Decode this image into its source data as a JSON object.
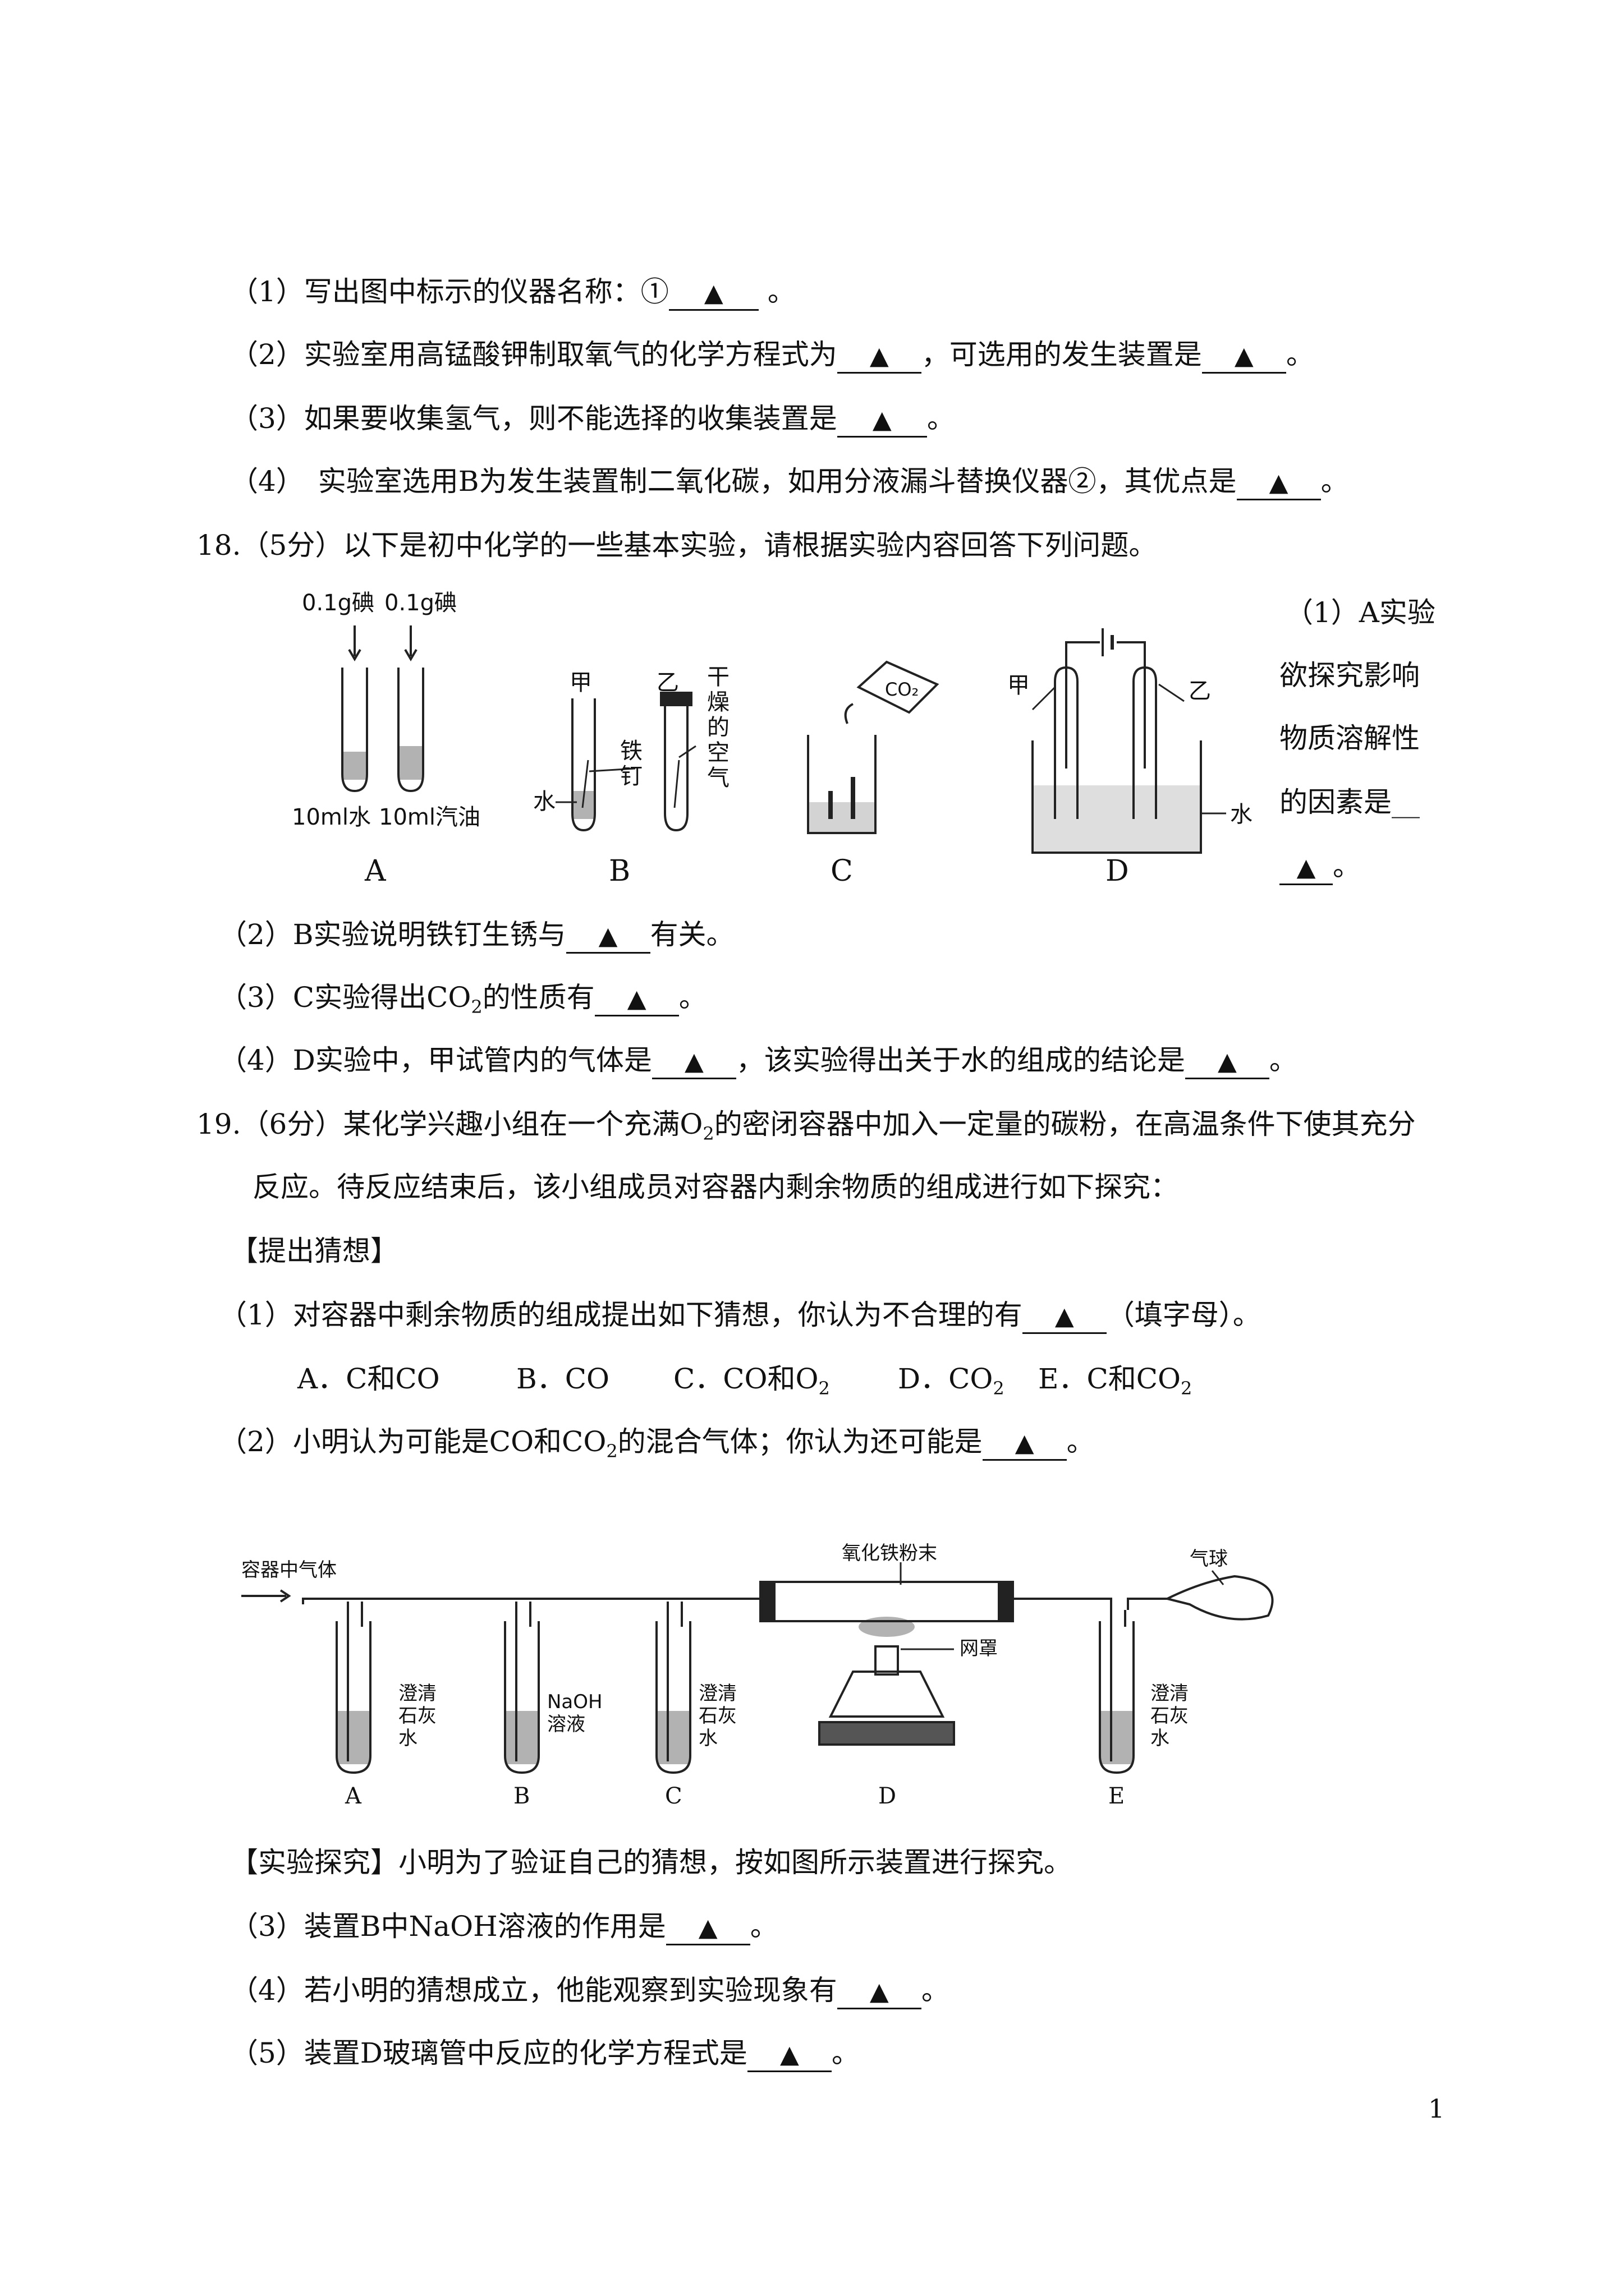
{
  "marker": "▲",
  "q17": {
    "p1_prefix": "（1）写出图中标示的仪器名称：①",
    "p1_suffix": "。",
    "p2_a": "（2）实验室用高锰酸钾制取氧气的化学方程式为",
    "p2_b": "，可选用的发生装置是",
    "p2_c": "。",
    "p3_a": "（3）如果要收集氢气，则不能选择的收集装置是",
    "p3_b": "。",
    "p4_a": "（4）　实验室选用B为发生装置制二氧化碳，如用分液漏斗替换仪器②，其优点是",
    "p4_b": "。"
  },
  "q18": {
    "stem": "18.（5分）以下是初中化学的一些基本实验，请根据实验内容回答下列问题。",
    "side": [
      "（1）A实验",
      "欲探究影响",
      "物质溶解性",
      "的因素是__"
    ],
    "side_end": "。",
    "figure": {
      "A_top1": "0.1g碘",
      "A_top2": "0.1g碘",
      "A_bottom1": "10ml水",
      "A_bottom2": "10ml汽油",
      "B_jia": "甲",
      "B_yi": "乙",
      "B_air": [
        "干",
        "燥",
        "的",
        "空",
        "气"
      ],
      "B_nail": [
        "铁",
        "钉"
      ],
      "B_water": "水",
      "C_co2": "CO₂",
      "D_jia": "甲",
      "D_yi": "乙",
      "D_water": "水",
      "labels": [
        "A",
        "B",
        "C",
        "D"
      ]
    },
    "p2_a": "（2）B实验说明铁钉生锈与",
    "p2_b": "有关。",
    "p3_a": "（3）C实验得出CO",
    "p3_sub": "2",
    "p3_b": "的性质有",
    "p3_c": "。",
    "p4_a": "（4）D实验中，甲试管内的气体是",
    "p4_b": "，该实验得出关于水的组成的结论是",
    "p4_c": "。"
  },
  "q19": {
    "stem_a": "19.（6分）某化学兴趣小组在一个充满O",
    "stem_sub": "2",
    "stem_b": "的密闭容器中加入一定量的碳粉，在高温条件下使其充分",
    "stem2": "反应。待反应结束后，该小组成员对容器内剩余物质的组成进行如下探究：",
    "heading1": "【提出猜想】",
    "p1_a": "（1）对容器中剩余物质的组成提出如下猜想，你认为不合理的有",
    "p1_b": "（填字母）。",
    "options": {
      "A": "A．C和CO",
      "B": "B．CO",
      "C": "C．CO和O",
      "D": "D．CO",
      "E": "E．C和CO",
      "sub": "2"
    },
    "p2_a": "（2）小明认为可能是CO和CO",
    "p2_sub": "2",
    "p2_b": "的混合气体；你认为还可能是",
    "p2_c": "。",
    "figure": {
      "inlet": "容器中气体",
      "oxide": "氧化铁粉末",
      "balloon": "气球",
      "gauze": "网罩",
      "limewater": [
        "澄清",
        "石灰",
        "水"
      ],
      "naoh": [
        "NaOH",
        "溶液"
      ],
      "labels": [
        "A",
        "B",
        "C",
        "D",
        "E"
      ]
    },
    "heading2": "【实验探究】",
    "heading2_text": "小明为了验证自己的猜想，按如图所示装置进行探究。",
    "p3_a": "（3）装置B中NaOH溶液的作用是",
    "p3_b": "。",
    "p4_a": "（4）若小明的猜想成立，他能观察到实验现象有",
    "p4_b": "。",
    "p5_a": "（5）装置D玻璃管中反应的化学方程式是",
    "p5_b": "。"
  },
  "page_number": "1"
}
